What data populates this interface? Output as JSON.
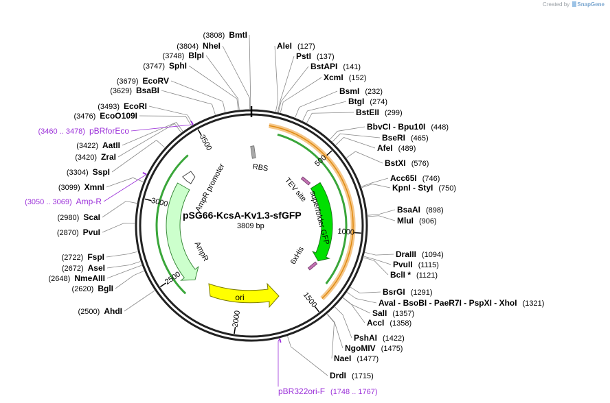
{
  "credit": {
    "prefix": "Created by",
    "brand": "SnapGene"
  },
  "plasmid": {
    "name": "pSG66-KcsA-Kv1.3-sfGFP",
    "length_label": "3809 bp"
  },
  "ruler": [
    {
      "label": "500",
      "angle": 47
    },
    {
      "label": "1000",
      "angle": 94
    },
    {
      "label": "1500",
      "angle": 142
    },
    {
      "label": "2000",
      "angle": 189
    },
    {
      "label": "2500",
      "angle": 236
    },
    {
      "label": "3000",
      "angle": 284
    },
    {
      "label": "3500",
      "angle": 331
    }
  ],
  "features": [
    {
      "name": "RBS",
      "color": "#9a9a9a"
    },
    {
      "name": "TEV site",
      "color": "#c070b0"
    },
    {
      "name": "superfolder GFP",
      "color": "#00e000"
    },
    {
      "name": "6xHis",
      "color": "#c070b0"
    },
    {
      "name": "AmpR promoter",
      "color": "#ffffff"
    },
    {
      "name": "AmpR",
      "color": "#ccffcc"
    },
    {
      "name": "ori",
      "color": "#ffff00"
    }
  ],
  "sites_left": [
    {
      "name": "BmtI",
      "pos": "(3808)"
    },
    {
      "name": "NheI",
      "pos": "(3804)"
    },
    {
      "name": "BlpI",
      "pos": "(3748)"
    },
    {
      "name": "SphI",
      "pos": "(3747)"
    },
    {
      "name": "EcoRV",
      "pos": "(3679)"
    },
    {
      "name": "BsaBI",
      "pos": "(3629)"
    },
    {
      "name": "EcoRI",
      "pos": "(3493)"
    },
    {
      "name": "EcoO109I",
      "pos": "(3476)"
    },
    {
      "name": "AatII",
      "pos": "(3422)"
    },
    {
      "name": "ZraI",
      "pos": "(3420)"
    },
    {
      "name": "SspI",
      "pos": "(3304)"
    },
    {
      "name": "XmnI",
      "pos": "(3099)"
    },
    {
      "name": "ScaI",
      "pos": "(2980)"
    },
    {
      "name": "PvuI",
      "pos": "(2870)"
    },
    {
      "name": "FspI",
      "pos": "(2722)"
    },
    {
      "name": "AseI",
      "pos": "(2672)"
    },
    {
      "name": "NmeAIII",
      "pos": "(2648)"
    },
    {
      "name": "BglI",
      "pos": "(2620)"
    },
    {
      "name": "AhdI",
      "pos": "(2500)"
    }
  ],
  "primers_left": [
    {
      "name": "pBRforEco",
      "range": "(3460 .. 3478)"
    },
    {
      "name": "Amp-R",
      "range": "(3050 .. 3069)"
    }
  ],
  "sites_right": [
    {
      "name": "AleI",
      "pos": "(127)"
    },
    {
      "name": "PstI",
      "pos": "(137)"
    },
    {
      "name": "BstAPI",
      "pos": "(141)"
    },
    {
      "name": "XcmI",
      "pos": "(152)"
    },
    {
      "name": "BsmI",
      "pos": "(232)"
    },
    {
      "name": "BtgI",
      "pos": "(274)"
    },
    {
      "name": "BstEII",
      "pos": "(299)"
    },
    {
      "name": "BbvCI - Bpu10I",
      "pos": "(448)"
    },
    {
      "name": "BseRI",
      "pos": "(465)"
    },
    {
      "name": "AfeI",
      "pos": "(489)"
    },
    {
      "name": "BstXI",
      "pos": "(576)"
    },
    {
      "name": "Acc65I",
      "pos": "(746)"
    },
    {
      "name": "KpnI - StyI",
      "pos": "(750)"
    },
    {
      "name": "BsaAI",
      "pos": "(898)"
    },
    {
      "name": "MluI",
      "pos": "(906)"
    },
    {
      "name": "DraIII",
      "pos": "(1094)"
    },
    {
      "name": "PvuII",
      "pos": "(1115)"
    },
    {
      "name": "BclI *",
      "pos": "(1121)"
    },
    {
      "name": "BsrGI",
      "pos": "(1291)"
    },
    {
      "name": "AvaI - BsoBI - PaeR7I - PspXI - XhoI",
      "pos": "(1321)"
    },
    {
      "name": "SalI",
      "pos": "(1357)"
    },
    {
      "name": "AccI",
      "pos": "(1358)"
    },
    {
      "name": "PshAI",
      "pos": "(1422)"
    },
    {
      "name": "NgoMIV",
      "pos": "(1475)"
    },
    {
      "name": "NaeI",
      "pos": "(1477)"
    },
    {
      "name": "DrdI",
      "pos": "(1715)"
    }
  ],
  "primers_bottom": [
    {
      "name": "pBR322ori-F",
      "range": "(1748 .. 1767)"
    }
  ],
  "colors": {
    "primer": "#9b30d9",
    "backbone": "#222222",
    "leader": "#888888"
  }
}
